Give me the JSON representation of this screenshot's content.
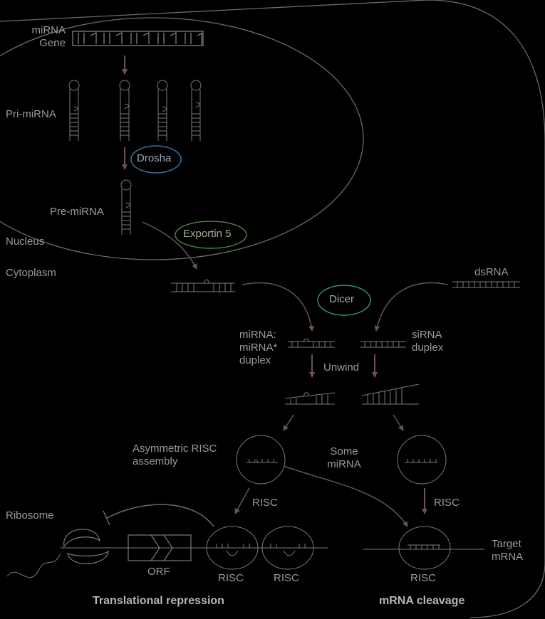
{
  "nucleus": {
    "gene_label": [
      "miRNA",
      "Gene"
    ],
    "pri_label": "Pri-miRNA",
    "drosha": "Drosha",
    "pre_label": "Pre-miRNA",
    "exportin": "Exportin 5",
    "nucleus_label": "Nucleus"
  },
  "cytoplasm": {
    "cytoplasm_label": "Cytoplasm",
    "dsrna": "dsRNA",
    "dicer": "Dicer",
    "mirna_duplex": [
      "miRNA:",
      "miRNA*",
      "duplex"
    ],
    "sirna_duplex": [
      "siRNA",
      "duplex"
    ],
    "unwind": "Unwind",
    "asym_risc": [
      "Asymmetric RISC",
      "assembly"
    ],
    "some_mirna": [
      "Some",
      "miRNA"
    ],
    "risc_left": "RISC",
    "risc_right": "RISC",
    "ribosome": "Ribosome",
    "orf": "ORF",
    "risc_a": "RISC",
    "risc_b": "RISC",
    "risc_c": "RISC",
    "target_mrna": [
      "Target",
      "mRNA"
    ],
    "translational_repression": "Translational repression",
    "mrna_cleavage": "mRNA cleavage"
  },
  "colors": {
    "background": "#000000",
    "outline": "#7a7a7a",
    "arrow": "#6b5352",
    "drosha_ring": "#3d6fa0",
    "exportin_ring": "#4c7a45",
    "dicer_ring": "#3d8d6e",
    "text": "#9a9a9a"
  }
}
